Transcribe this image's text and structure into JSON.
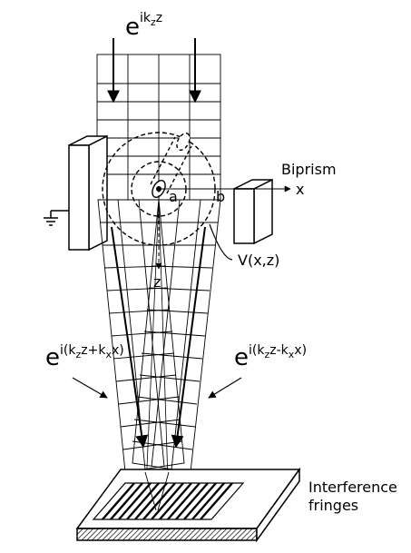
{
  "diagram": {
    "incident_wave": {
      "base": "e",
      "exp_main": "ik",
      "exp_sub": "z",
      "exp_tail": "z"
    },
    "left_wave": {
      "base": "e",
      "exp_a": "i(k",
      "exp_a_sub": "z",
      "exp_b": "z+k",
      "exp_b_sub": "x",
      "exp_c": "x)"
    },
    "right_wave": {
      "base": "e",
      "exp_a": "i(k",
      "exp_a_sub": "z",
      "exp_b": "z-k",
      "exp_b_sub": "x",
      "exp_c": "x)"
    },
    "labels": {
      "biprism": "Biprism",
      "x_axis": "x",
      "z_axis": "z",
      "point_a": "a",
      "point_b": "b",
      "potential": "V(x,z)",
      "fringes_line1": "Interference",
      "fringes_line2": "fringes"
    },
    "colors": {
      "ink": "#000000",
      "paper": "#ffffff"
    }
  }
}
